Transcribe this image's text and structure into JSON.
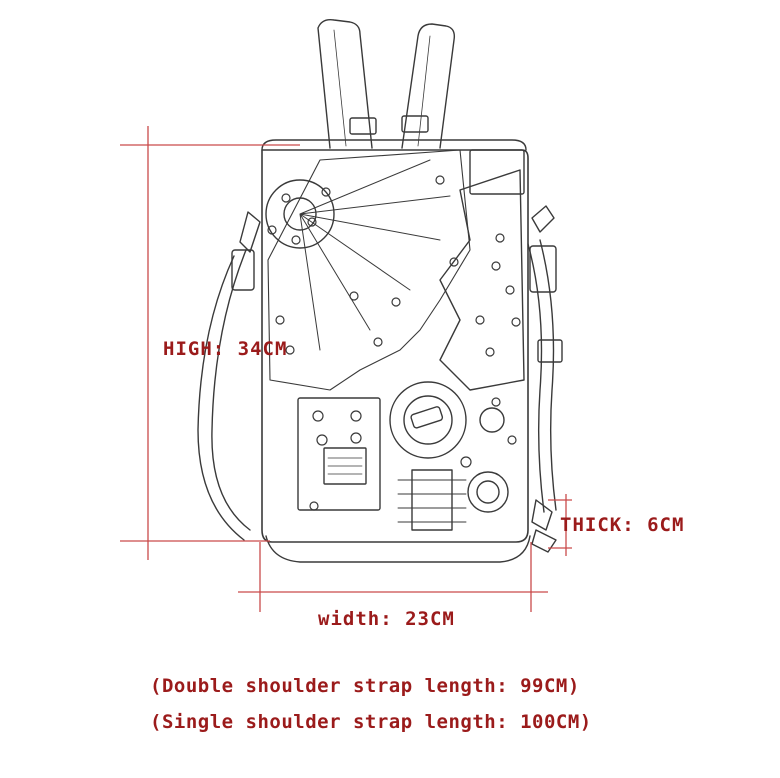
{
  "colors": {
    "dimension_line": "#c94a4a",
    "label_text": "#9b1b1b",
    "sketch_stroke": "#3a3a3a",
    "background": "#ffffff"
  },
  "labels": {
    "high": "HIGH: 34CM",
    "thick": "THICK: 6CM",
    "width": "width: 23CM",
    "double_strap": "(Double shoulder strap length: 99CM)",
    "single_strap": "(Single shoulder strap length: 100CM)"
  },
  "illustration": {
    "icon": "steampunk-backpack-sketch"
  }
}
